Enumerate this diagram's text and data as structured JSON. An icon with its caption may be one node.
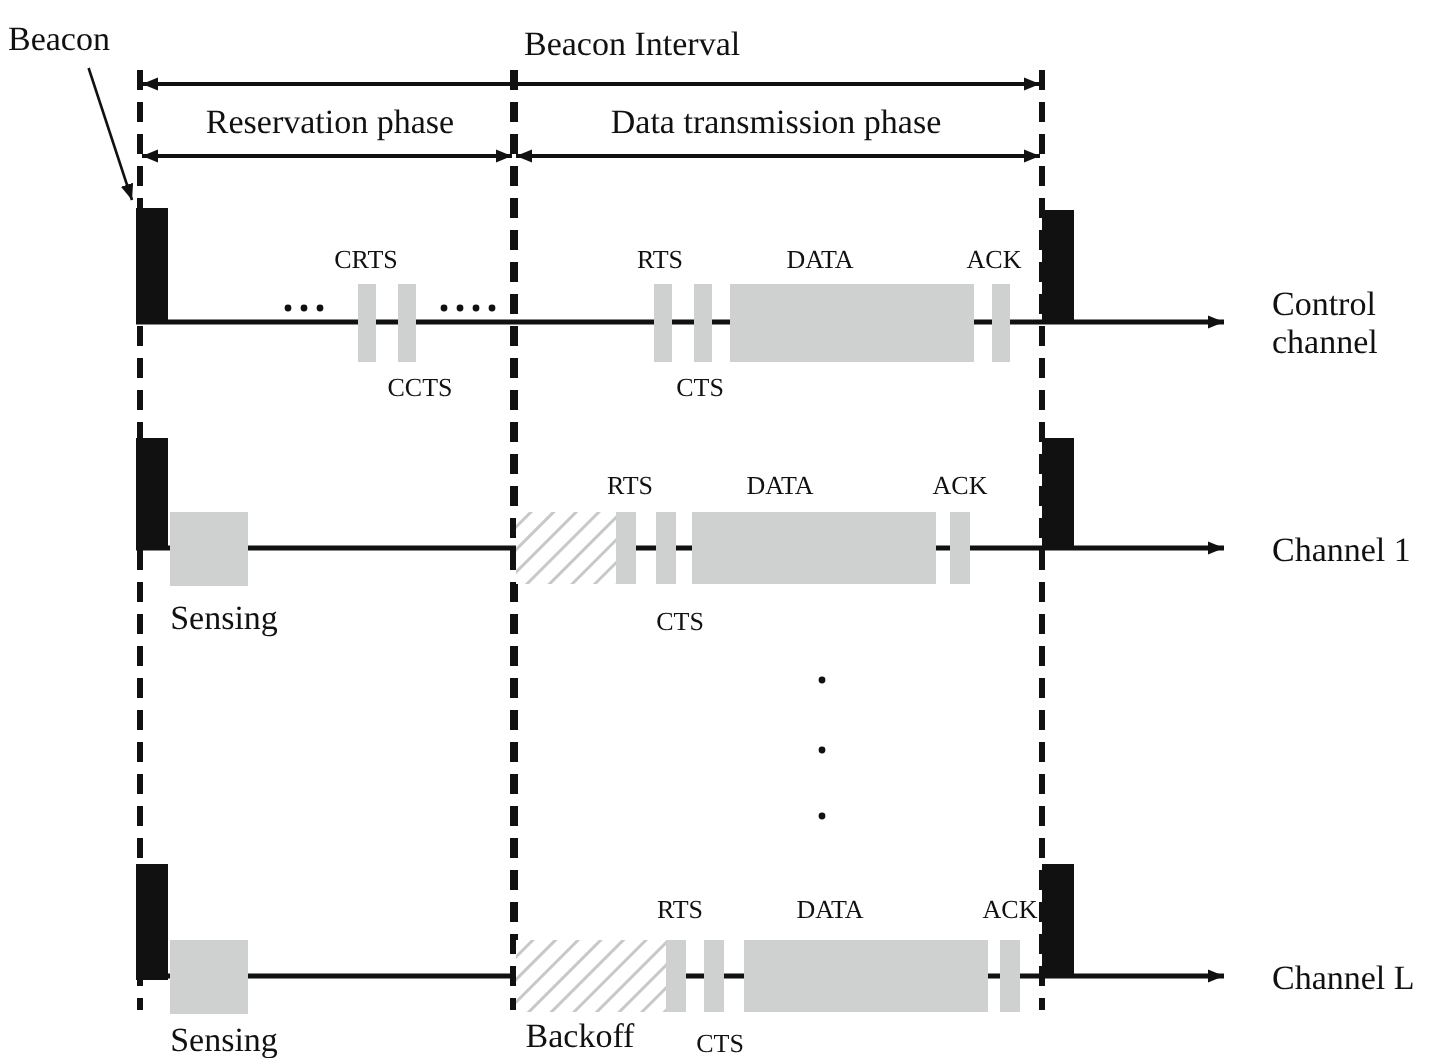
{
  "diagram": {
    "nodes": [
      {
        "text": [
          "Beacon"
        ]
      },
      {
        "text": [],
        "shape": "bar"
      }
    ],
    "edges": [
      {
        "from": 0,
        "to": 1,
        "arrow": "to"
      }
    ],
    "labels": [
      "Beacon Interval",
      "Reservation phase",
      "Data transmission phase",
      "CRTS",
      "RTS",
      "DATA",
      "ACK",
      "Control channel",
      "CCTS",
      "CTS",
      "RTS",
      "DATA",
      "ACK",
      "Channel 1",
      "Sensing",
      "CTS",
      "RTS",
      "DATA",
      "ACK",
      "Channel L",
      "Sensing",
      "Backoff",
      "CTS"
    ]
  }
}
